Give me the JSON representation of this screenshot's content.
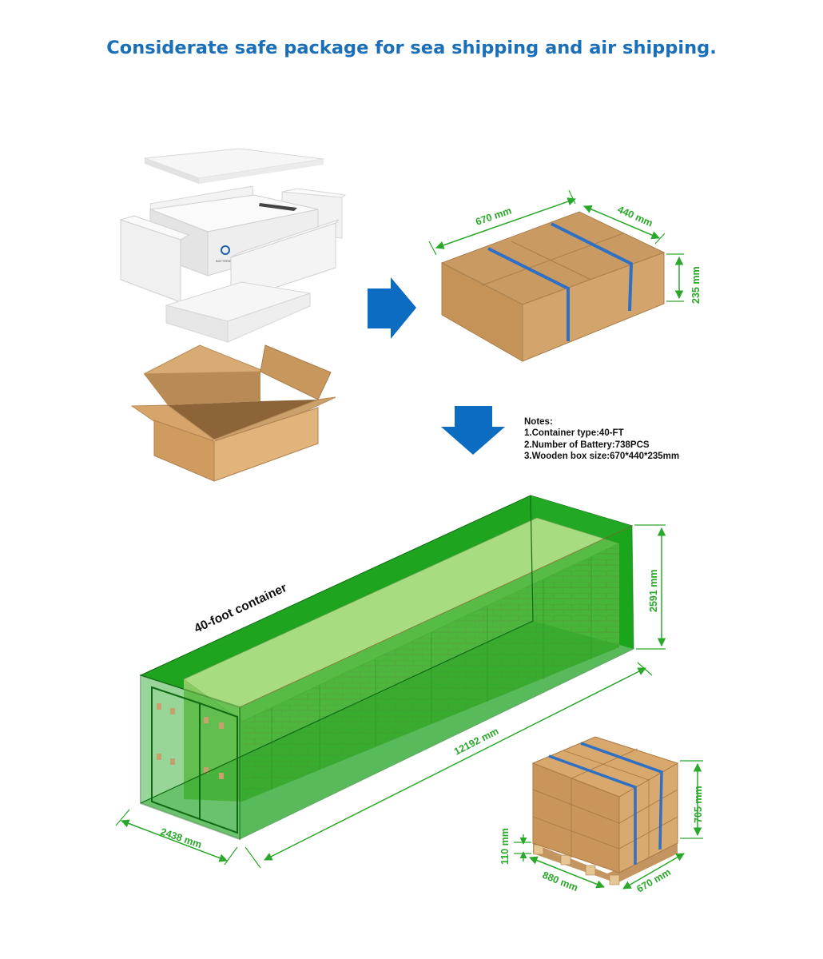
{
  "title": "Considerate safe package for sea shipping and air shipping.",
  "colors": {
    "title": "#1a6fb8",
    "arrow": "#0b6cc2",
    "dimension": "#2aa82a",
    "cardboard": "#d2a36a",
    "strap": "#2f6fc4",
    "container": "#19a31c",
    "foam": "#f1f1f1"
  },
  "notes": {
    "heading": "Notes:",
    "line1": "1.Container type:40-FT",
    "line2": "2.Number of Battery:738PCS",
    "line3": "3.Wooden box size:670*440*235mm"
  },
  "carton": {
    "length": "670 mm",
    "width": "440 mm",
    "height": "235 mm"
  },
  "container": {
    "label": "40-foot container",
    "height": "2591 mm",
    "length": "12192 mm",
    "width": "2438 mm"
  },
  "pallet": {
    "height": "705 mm",
    "base_height": "110 mm",
    "length": "880 mm",
    "width": "670 mm"
  },
  "battery_logo_text": "BATTERIES",
  "icons": [
    "arrow-right-icon",
    "arrow-down-icon"
  ]
}
